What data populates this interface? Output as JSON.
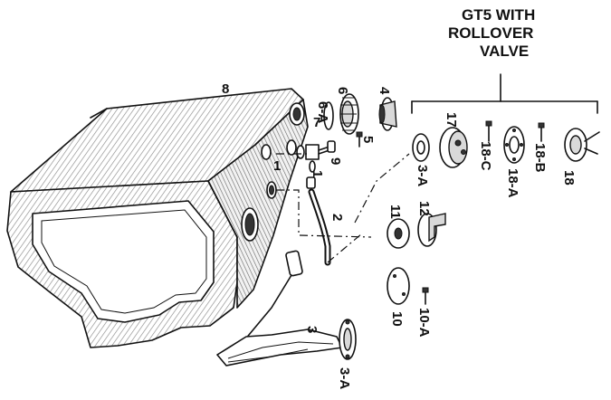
{
  "heading": {
    "line1": "GT5 WITH",
    "line2": "ROLLOVER",
    "line3": "VALVE"
  },
  "callouts": {
    "c8": "8",
    "c6a": "6-A",
    "c6": "6",
    "c4": "4",
    "c5": "5",
    "c7": "7",
    "c9": "9",
    "c1": "1",
    "c1b": "1",
    "c2": "2",
    "c3": "3",
    "c3a_bottom": "3-A",
    "c3a_top": "3-A",
    "c17": "17",
    "c18c": "18-C",
    "c18a": "18-A",
    "c18b": "18-B",
    "c18": "18",
    "c11": "11",
    "c12": "12",
    "c10": "10",
    "c10a": "10-A"
  }
}
